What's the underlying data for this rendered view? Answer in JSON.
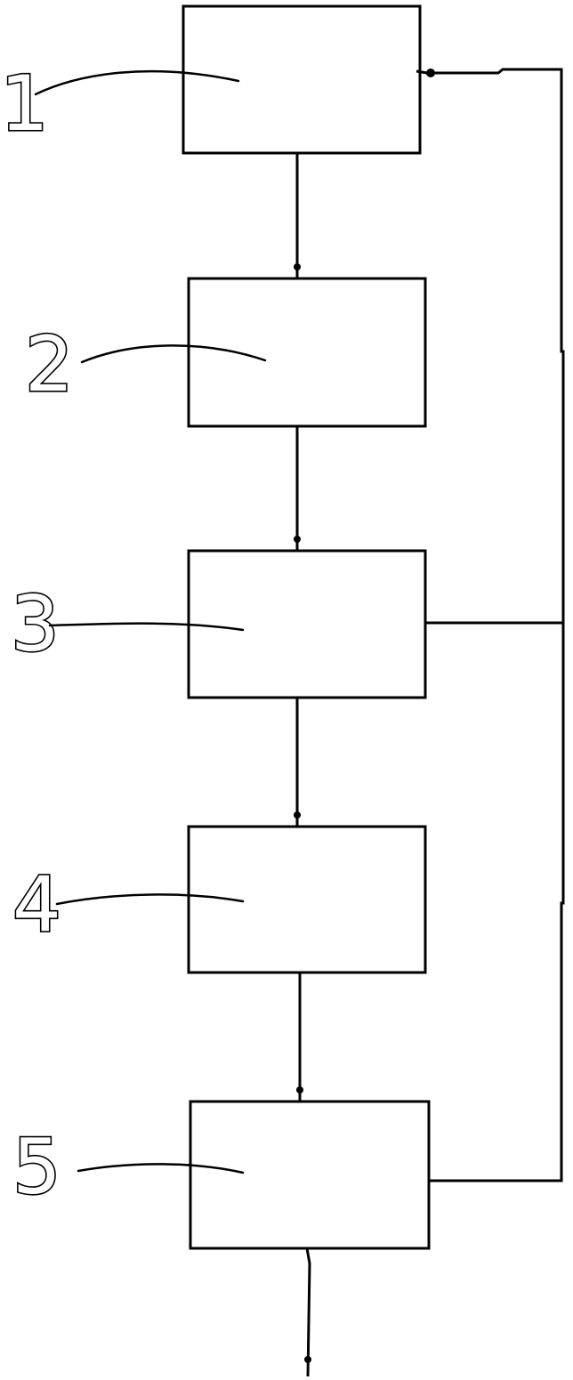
{
  "diagram": {
    "line_color": "#000000",
    "background_color": "#ffffff",
    "blocks": [
      {
        "id": "block-1",
        "label": "1"
      },
      {
        "id": "block-2",
        "label": "2"
      },
      {
        "id": "block-3",
        "label": "3"
      },
      {
        "id": "block-4",
        "label": "4"
      },
      {
        "id": "block-5",
        "label": "5"
      }
    ]
  }
}
